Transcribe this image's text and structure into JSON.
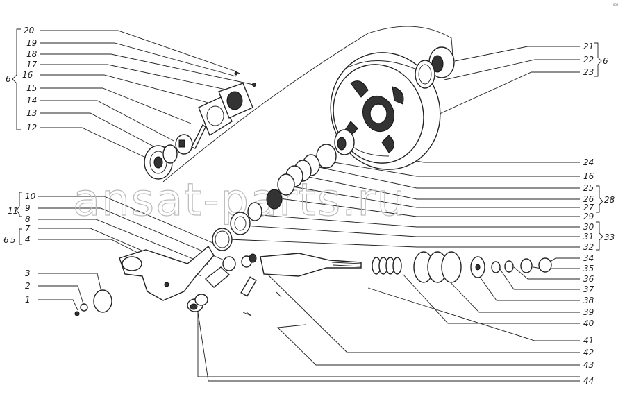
{
  "watermark": "ansat-parts.ru",
  "corner_mark": "⁰⁰⁰",
  "labels_left": [
    "20",
    "19",
    "18",
    "17",
    "16",
    "15",
    "14",
    "13",
    "12",
    "10",
    "9",
    "8",
    "7",
    "4",
    "3",
    "2",
    "1"
  ],
  "labels_right": [
    "21",
    "22",
    "23",
    "24",
    "16",
    "25",
    "26",
    "27",
    "29",
    "30",
    "31",
    "32",
    "34",
    "35",
    "36",
    "37",
    "38",
    "39",
    "40",
    "41",
    "42",
    "43",
    "44"
  ],
  "groups": {
    "g6_left": "6",
    "g11": "11",
    "g6_5": "6",
    "g5": "5",
    "g6_right": "6",
    "g28": "28",
    "g33": "33"
  }
}
